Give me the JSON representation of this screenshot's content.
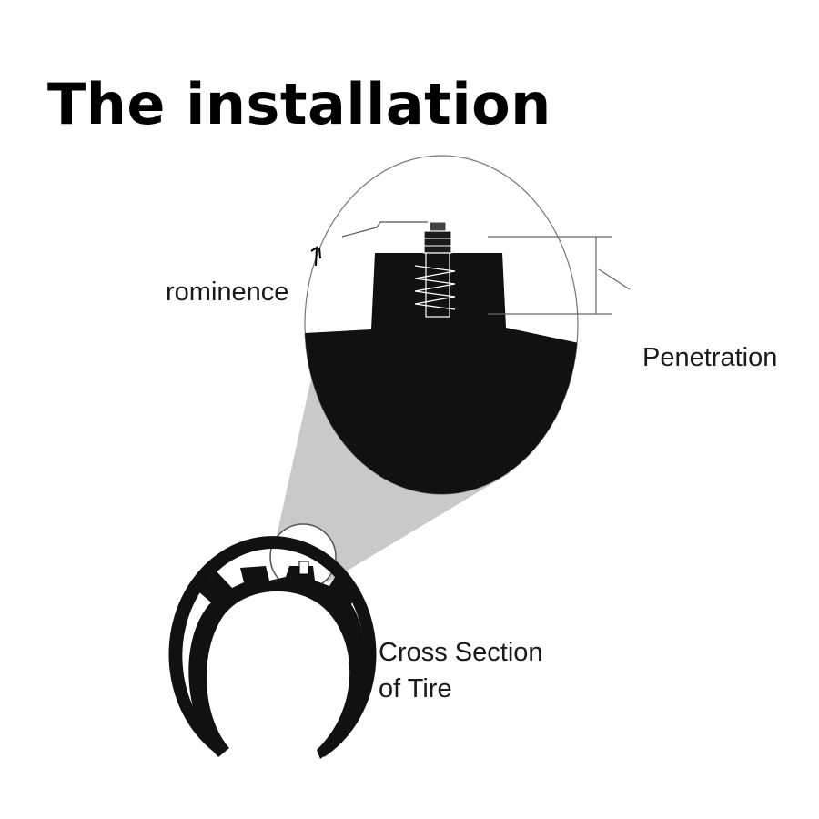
{
  "title": "The installation",
  "labels": {
    "prominence": "rominence",
    "penetration": "Penetration",
    "cross_section_line1": "Cross Section",
    "cross_section_line2": "of Tire"
  },
  "colors": {
    "ink": "#000000",
    "tire": "#111111",
    "cone": "#c8c8c8",
    "line": "#666666"
  }
}
